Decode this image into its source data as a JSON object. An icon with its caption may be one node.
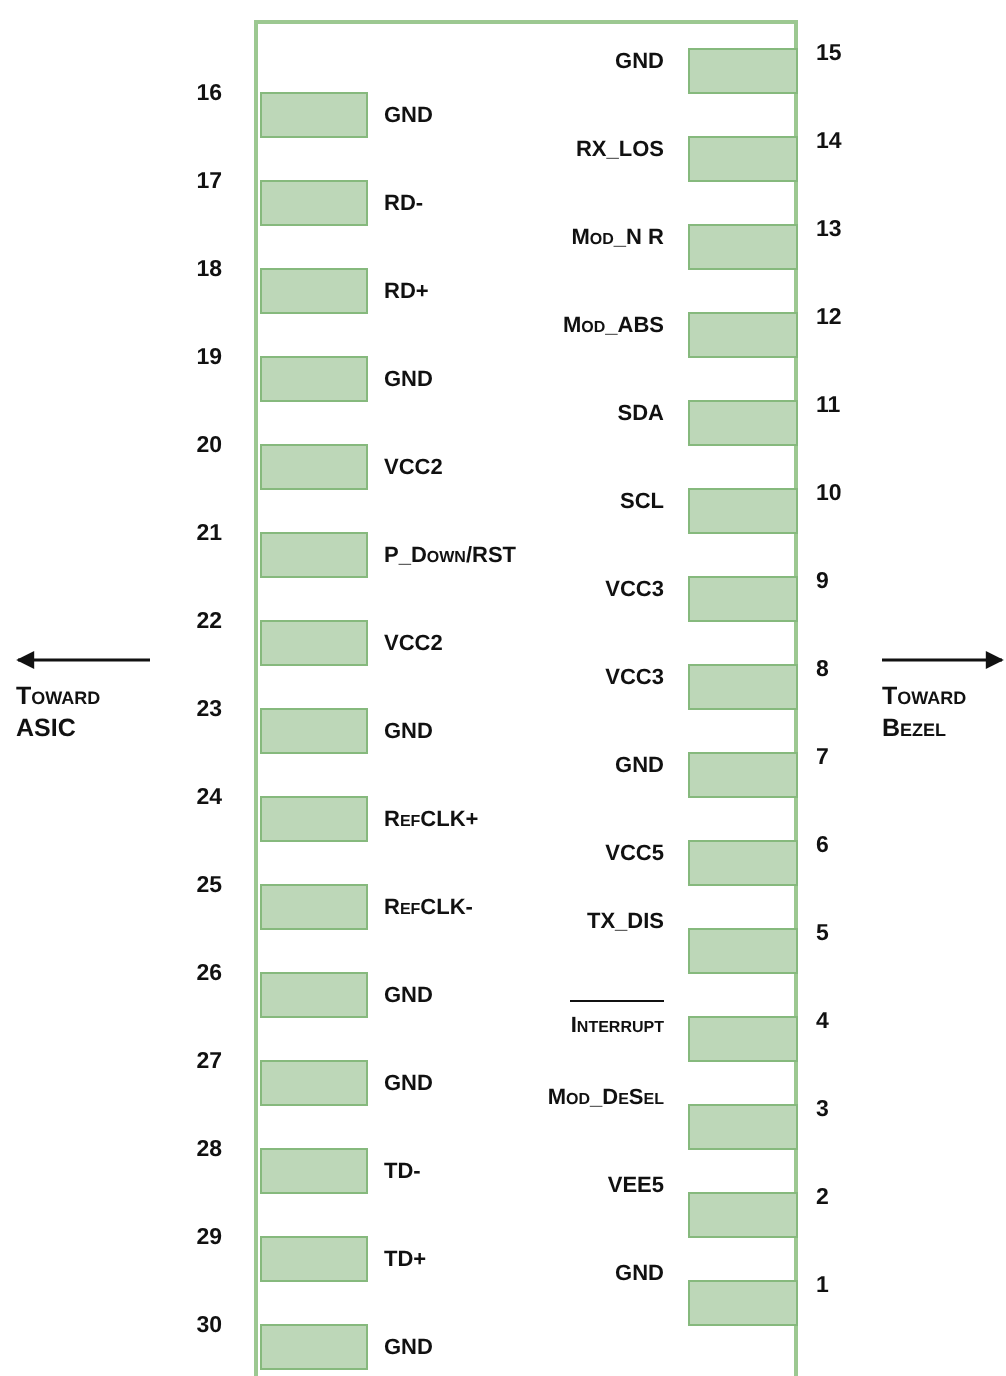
{
  "diagram": {
    "nodes": [
      {
        "text": [],
        "shape": "box"
      },
      {
        "text": [],
        "shape": "box",
        "in": 0,
        "beside": [
          "16",
          "GND"
        ]
      },
      {
        "text": [],
        "shape": "box",
        "in": 0,
        "beside": [
          "17",
          "RD-"
        ]
      },
      {
        "text": [],
        "shape": "box",
        "in": 0,
        "beside": [
          "18",
          "RD+"
        ]
      },
      {
        "text": [],
        "shape": "box",
        "in": 0,
        "beside": [
          "19",
          "GND"
        ]
      },
      {
        "text": [],
        "shape": "box",
        "in": 0,
        "beside": [
          "20",
          "VCC2"
        ]
      },
      {
        "text": [],
        "shape": "box",
        "in": 0,
        "beside": [
          "21",
          "P_Down/RST"
        ]
      },
      {
        "text": [],
        "shape": "box",
        "in": 0,
        "beside": [
          "22",
          "VCC2"
        ]
      },
      {
        "text": [],
        "shape": "box",
        "in": 0,
        "beside": [
          "23",
          "GND"
        ]
      },
      {
        "text": [],
        "shape": "box",
        "in": 0,
        "beside": [
          "24",
          "RefCLK+"
        ]
      },
      {
        "text": [],
        "shape": "box",
        "in": 0,
        "beside": [
          "25",
          "RefCLK-"
        ]
      },
      {
        "text": [],
        "shape": "box",
        "in": 0,
        "beside": [
          "26",
          "GND"
        ]
      },
      {
        "text": [],
        "shape": "box",
        "in": 0,
        "beside": [
          "27",
          "GND"
        ]
      },
      {
        "text": [],
        "shape": "box",
        "in": 0,
        "beside": [
          "28",
          "TD-"
        ]
      },
      {
        "text": [],
        "shape": "box",
        "in": 0,
        "beside": [
          "29",
          "TD+"
        ]
      },
      {
        "text": [],
        "shape": "box",
        "in": 0,
        "beside": [
          "30",
          "GND"
        ]
      },
      {
        "text": [],
        "shape": "box",
        "in": 0,
        "beside": [
          "15",
          "GND"
        ]
      },
      {
        "text": [],
        "shape": "box",
        "in": 0,
        "beside": [
          "14",
          "RX_LOS"
        ]
      },
      {
        "text": [],
        "shape": "box",
        "in": 0,
        "beside": [
          "13",
          "Mod_N R"
        ]
      },
      {
        "text": [],
        "shape": "box",
        "in": 0,
        "beside": [
          "12",
          "Mod_ABS"
        ]
      },
      {
        "text": [],
        "shape": "box",
        "in": 0,
        "beside": [
          "11",
          "SDA"
        ]
      },
      {
        "text": [],
        "shape": "box",
        "in": 0,
        "beside": [
          "10",
          "SCL"
        ]
      },
      {
        "text": [],
        "shape": "box",
        "in": 0,
        "beside": [
          "9",
          "VCC3"
        ]
      },
      {
        "text": [],
        "shape": "box",
        "in": 0,
        "beside": [
          "8",
          "VCC3"
        ]
      },
      {
        "text": [],
        "shape": "box",
        "in": 0,
        "beside": [
          "7",
          "GND"
        ]
      },
      {
        "text": [],
        "shape": "box",
        "in": 0,
        "beside": [
          "6",
          "VCC5"
        ]
      },
      {
        "text": [],
        "shape": "box",
        "in": 0,
        "beside": [
          "5",
          "TX_DIS"
        ]
      },
      {
        "text": [],
        "shape": "box",
        "in": 0,
        "beside": [
          "4",
          "Interrupt"
        ]
      },
      {
        "text": [],
        "shape": "box",
        "in": 0,
        "beside": [
          "3",
          "Mod_DeSel"
        ]
      },
      {
        "text": [],
        "shape": "box",
        "in": 0,
        "beside": [
          "2",
          "VEE5"
        ]
      },
      {
        "text": [],
        "shape": "box",
        "in": 0,
        "beside": [
          "1",
          "GND"
        ]
      }
    ],
    "labels": [
      "Toward ASIC",
      "Toward Bezel"
    ]
  }
}
